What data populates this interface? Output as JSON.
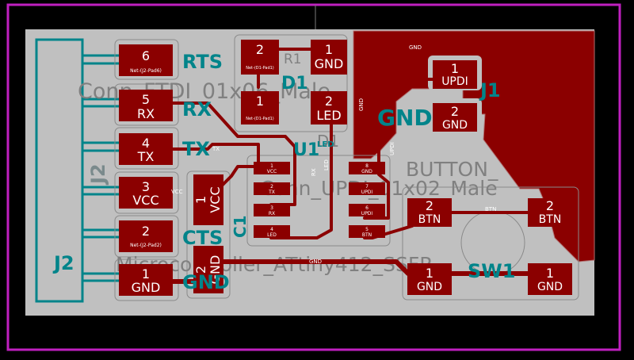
{
  "colors": {
    "background": "#000000",
    "board_edge": "#c020c0",
    "board_fill": "#c0c0c0",
    "copper": "#8b0000",
    "copper_outline": "#b07070",
    "silkscreen": "#00848a",
    "fab": "#808080",
    "pad_text": "#ffffff",
    "net_text": "#ffffff"
  },
  "silk_labels": {
    "rts": "RTS",
    "rx": "RX",
    "tx": "TX",
    "cts": "CTS",
    "gnd_left": "GND",
    "gnd_updi": "GND",
    "j2_big": "J2",
    "j2_vertical": "J2",
    "c1": "C1",
    "r1": "R1",
    "d1": "D1",
    "u1": "U1",
    "sw1": "SW1",
    "led_silk": "LED",
    "updi_right": "J1"
  },
  "fab_labels": {
    "ftdi": "Conn_FTDI_01x06_Male",
    "updi": "Conn_UPDI_01x02_Male",
    "mcu": "Microcontroller_ATtiny412_SSFR",
    "button": "BUTTON_",
    "r1": "R1",
    "d1": "D1"
  },
  "j2_pads": [
    {
      "num": "6",
      "name": "Net-(J2-Pad6)"
    },
    {
      "num": "5",
      "name": "RX"
    },
    {
      "num": "4",
      "name": "TX"
    },
    {
      "num": "3",
      "name": "VCC"
    },
    {
      "num": "2",
      "name": "Net-(J2-Pad2)"
    },
    {
      "num": "1",
      "name": "GND"
    }
  ],
  "c1_pads": [
    {
      "num": "1",
      "name": "VCC"
    },
    {
      "num": "2",
      "name": "GND"
    }
  ],
  "r1_pads": [
    {
      "num": "2",
      "name": "Net-(D1-Pad1)"
    },
    {
      "num": "1",
      "name": "Net-(D1-Pad1)"
    }
  ],
  "d1_pads": [
    {
      "num": "1",
      "name": "GND"
    },
    {
      "num": "2",
      "name": "LED"
    }
  ],
  "j1_pads": [
    {
      "num": "1",
      "name": "UPDI"
    },
    {
      "num": "2",
      "name": "GND"
    }
  ],
  "u1_pads": [
    {
      "num": "1",
      "name": "VCC"
    },
    {
      "num": "2",
      "name": "TX"
    },
    {
      "num": "3",
      "name": "RX"
    },
    {
      "num": "4",
      "name": "LED"
    },
    {
      "num": "8",
      "name": "GND"
    },
    {
      "num": "7",
      "name": "UPDI"
    },
    {
      "num": "6",
      "name": "UPDI"
    },
    {
      "num": "5",
      "name": "BTN"
    }
  ],
  "sw1_pads": [
    {
      "num": "2",
      "name": "BTN"
    },
    {
      "num": "2",
      "name": "BTN"
    },
    {
      "num": "1",
      "name": "GND"
    },
    {
      "num": "1",
      "name": "GND"
    }
  ],
  "net_labels": {
    "gnd_top": "GND",
    "gnd_zone": "GND",
    "updi": "UPDI",
    "tx": "TX",
    "rx": "RX",
    "led": "LED",
    "vcc": "VCC",
    "btn": "BTN",
    "gnd_bottom": "GND"
  }
}
